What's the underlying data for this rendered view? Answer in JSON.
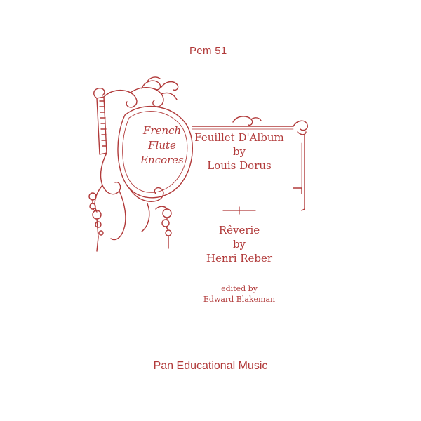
{
  "catalog_number": "Pem 51",
  "series": {
    "line1": "French",
    "line2": "Flute",
    "line3": "Encores"
  },
  "piece_one": {
    "title": "Feuillet D'Album",
    "by": "by",
    "composer": "Louis Dorus"
  },
  "piece_two": {
    "title": "Rêverie",
    "by": "by",
    "composer": "Henri Reber"
  },
  "editor": {
    "prefix": "edited by",
    "name": "Edward Blakeman"
  },
  "publisher": "Pan Educational Music",
  "colors": {
    "ink": "#b13a3a",
    "paper": "#ffffff"
  },
  "icons": {
    "frame": "ornamental-rococo-frame-icon",
    "divider": "small-cross-divider-icon"
  }
}
